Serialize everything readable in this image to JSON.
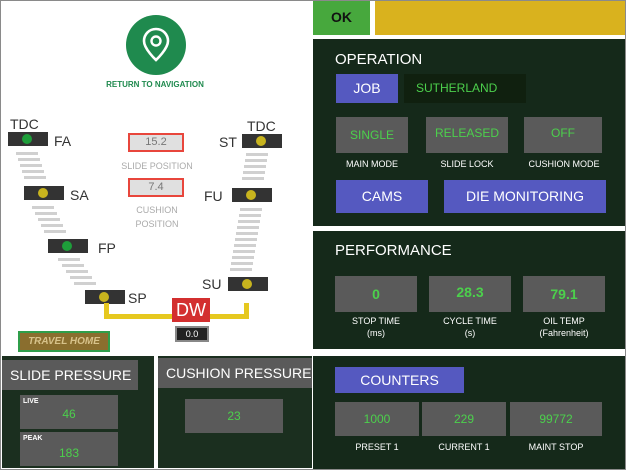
{
  "navigation": {
    "return_label": "RETURN TO NAVIGATION",
    "icon": "map-pin-icon"
  },
  "positions": {
    "left": [
      {
        "label": "TDC"
      },
      {
        "label": "FA",
        "indicator": "green"
      },
      {
        "label": "SA",
        "indicator": "yellow"
      },
      {
        "label": "FP",
        "indicator": "green"
      },
      {
        "label": "SP",
        "indicator": "yellow"
      }
    ],
    "right": [
      {
        "label": "TDC"
      },
      {
        "label": "ST",
        "indicator": "yellow"
      },
      {
        "label": "FU",
        "indicator": "yellow"
      },
      {
        "label": "SU",
        "indicator": "yellow"
      }
    ]
  },
  "slide_position": {
    "value": "15.2",
    "label": "SLIDE POSITION"
  },
  "cushion_position": {
    "value": "7.4",
    "label_line1": "CUSHION",
    "label_line2": "POSITION"
  },
  "dw": {
    "label": "DW",
    "value": "0.0"
  },
  "travel_home": {
    "label": "TRAVEL HOME"
  },
  "slide_pressure": {
    "title": "SLIDE PRESSURE",
    "live_label": "LIVE",
    "live_value": "46",
    "peak_label": "PEAK",
    "peak_value": "183"
  },
  "cushion_pressure": {
    "title": "CUSHION PRESSURE",
    "value": "23"
  },
  "header": {
    "ok_label": "OK"
  },
  "operation": {
    "title": "OPERATION",
    "job_label": "JOB",
    "job_value": "SUTHERLAND",
    "main_mode": {
      "value": "SINGLE",
      "label": "MAIN MODE"
    },
    "slide_lock": {
      "value": "RELEASED",
      "label": "SLIDE LOCK"
    },
    "cushion_mode": {
      "value": "OFF",
      "label": "CUSHION MODE"
    },
    "cams_label": "CAMS",
    "die_monitoring_label": "DIE MONITORING"
  },
  "performance": {
    "title": "PERFORMANCE",
    "stop_time": {
      "value": "0",
      "label1": "STOP TIME",
      "label2": "(ms)"
    },
    "cycle_time": {
      "value": "28.3",
      "label1": "CYCLE TIME",
      "label2": "(s)"
    },
    "oil_temp": {
      "value": "79.1",
      "label1": "OIL TEMP",
      "label2": "(Fahrenheit)"
    }
  },
  "counters": {
    "title": "COUNTERS",
    "preset": {
      "value": "1000",
      "label": "PRESET 1"
    },
    "current": {
      "value": "229",
      "label": "CURRENT 1"
    },
    "maint_stop": {
      "value": "99772",
      "label": "MAINT STOP"
    }
  },
  "colors": {
    "accent_green": "#47a83d",
    "gold": "#d9b21e",
    "panel_dark": "#15291a",
    "button_blue": "#5559c0",
    "value_green": "#4cd04c",
    "alarm_red": "#d32f2f"
  }
}
